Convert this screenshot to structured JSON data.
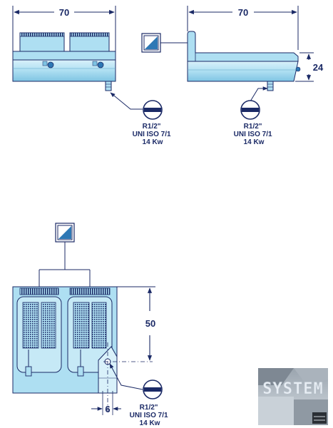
{
  "views": {
    "front": {
      "width_dim": "70",
      "gas_label": [
        "R1/2\"",
        "UNI ISO 7/1",
        "14 Kw"
      ]
    },
    "side": {
      "width_dim": "70",
      "height_dim": "24",
      "gas_label": [
        "R1/2\"",
        "UNI ISO 7/1",
        "14 Kw"
      ]
    },
    "top": {
      "depth_dim": "50",
      "offset_dim": "6",
      "gas_label": [
        "R1/2\"",
        "UNI ISO 7/1",
        "14 Kw"
      ]
    }
  },
  "watermark": {
    "text": "SYSTEM"
  },
  "colors": {
    "line": "#1b2a66",
    "body": "#aedff2",
    "body_dark": "#7fc4e3",
    "body_light": "#d9f1fa",
    "basket": "#1b2a66",
    "icon_fill": "#2e78b5"
  }
}
